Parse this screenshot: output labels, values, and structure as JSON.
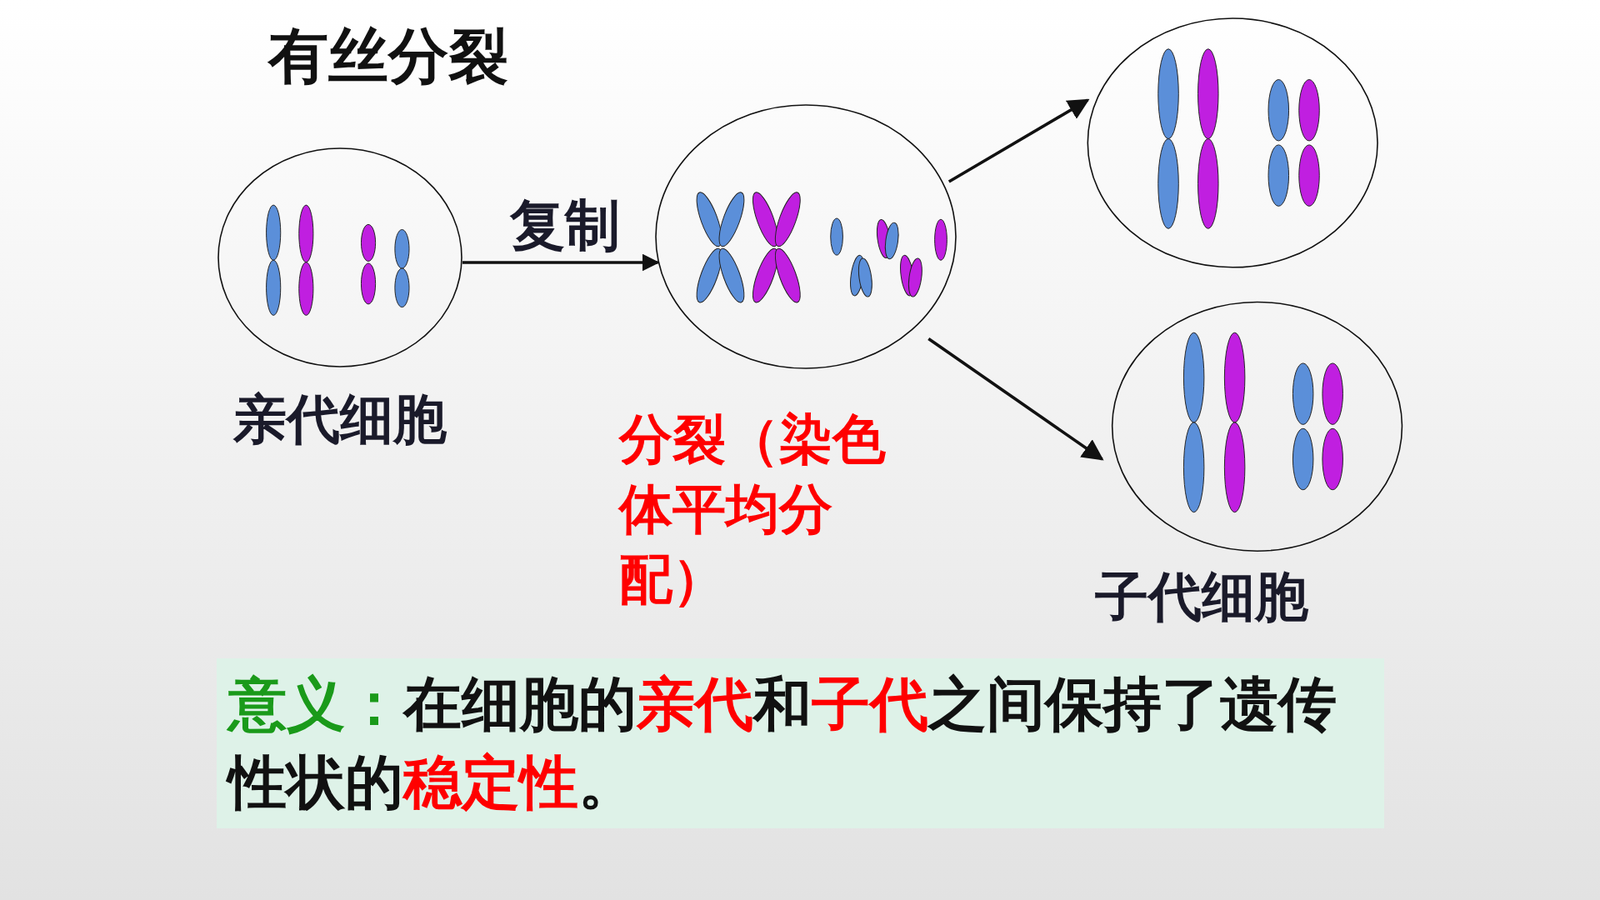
{
  "diagram": {
    "title": "有丝分裂",
    "nodes": [
      {
        "text": [
          "亲代细胞"
        ]
      },
      {
        "text": [
          "分裂（染色体平均分配）"
        ]
      },
      {
        "text": [
          "意义：",
          "在细胞的",
          "亲代",
          "和",
          "子代",
          "之间保持了遗传性状的",
          "稳定性",
          "。"
        ]
      }
    ],
    "edges": [
      {
        "from": 0,
        "to": 1,
        "label": "复制",
        "arrow": "to"
      }
    ],
    "labels": [
      "子代细胞"
    ]
  }
}
